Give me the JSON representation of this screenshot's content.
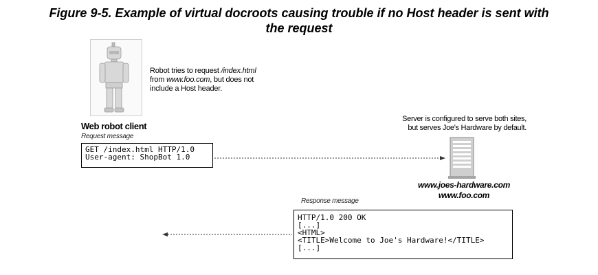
{
  "caption": {
    "line1": "Figure 9-5. Example of virtual docroots causing trouble if no Host header is sent with",
    "line2": "the request"
  },
  "robot_note": {
    "line1_pre": "Robot tries to request ",
    "line1_path": "/index.html",
    "line2_pre": "from ",
    "line2_host": "www.foo.com",
    "line2_post": ", but does not",
    "line3": "include a Host header."
  },
  "client": {
    "label": "Web robot client",
    "request_label": "Request message",
    "request_lines": [
      "GET /index.html HTTP/1.0",
      "User-agent: ShopBot 1.0"
    ]
  },
  "server": {
    "note_line1": "Server is configured to serve both sites,",
    "note_line2": "but serves Joe's Hardware by default.",
    "name1": "www.joes-hardware.com",
    "name2": "www.foo.com"
  },
  "response": {
    "label": "Response message",
    "lines": [
      "HTTP/1.0 200 OK",
      "[...]",
      "<HTML>",
      "<TITLE>Welcome to Joe's Hardware!</TITLE>",
      "[...]"
    ]
  },
  "icons": [
    "robot-icon",
    "server-icon",
    "request-arrow",
    "response-arrow"
  ]
}
